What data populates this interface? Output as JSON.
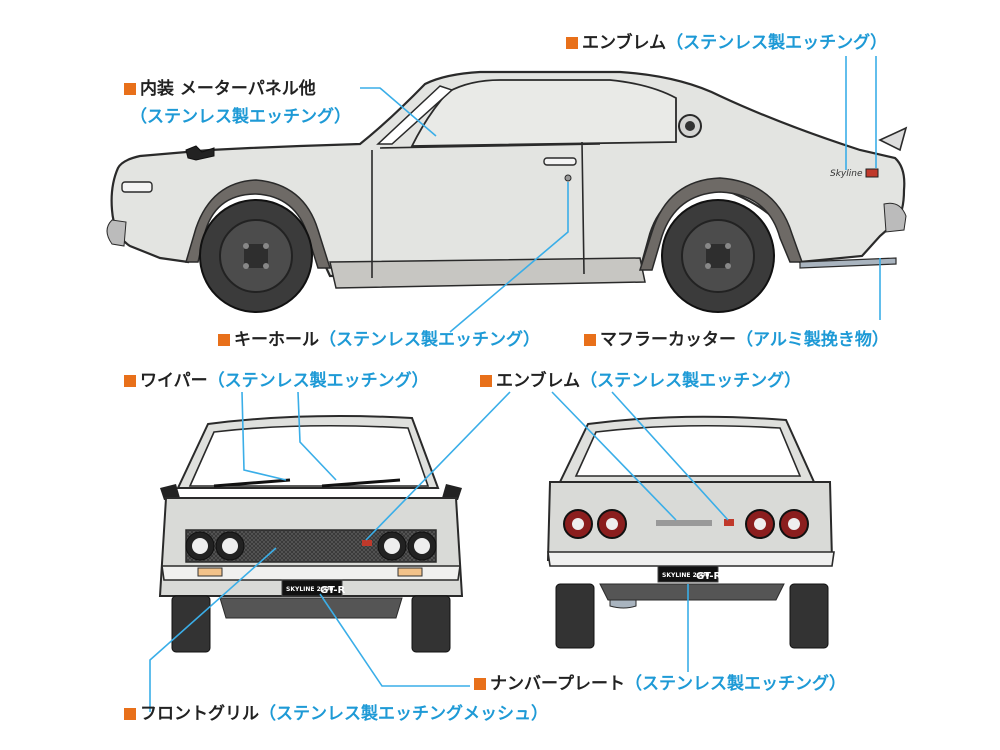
{
  "colors": {
    "marker": "#e8701a",
    "note": "#1e9ad6",
    "leader": "#3aaee8",
    "body": "#e3e4e1",
    "outline": "#2a2a2a",
    "tire": "#3b3b3b",
    "fender": "#6e6a66"
  },
  "labels": {
    "emblem_side": {
      "name": "エンブレム",
      "note": "（ステンレス製エッチング）"
    },
    "interior": {
      "name": "内装 メーターパネル他",
      "note": "（ステンレス製エッチング）"
    },
    "keyhole": {
      "name": "キーホール",
      "note": "（ステンレス製エッチング）"
    },
    "muffler": {
      "name": "マフラーカッター",
      "note": "（アルミ製挽き物）"
    },
    "wiper": {
      "name": "ワイパー",
      "note": "（ステンレス製エッチング）"
    },
    "emblem_rear": {
      "name": "エンブレム",
      "note": "（ステンレス製エッチング）"
    },
    "number_plate": {
      "name": "ナンバープレート",
      "note": "（ステンレス製エッチング）"
    },
    "front_grille": {
      "name": "フロントグリル",
      "note": "（ステンレス製エッチングメッシュ）"
    }
  },
  "plate": {
    "left": "SKYLINE 2000",
    "right": "GT-R"
  },
  "badge_side": "Skyline"
}
